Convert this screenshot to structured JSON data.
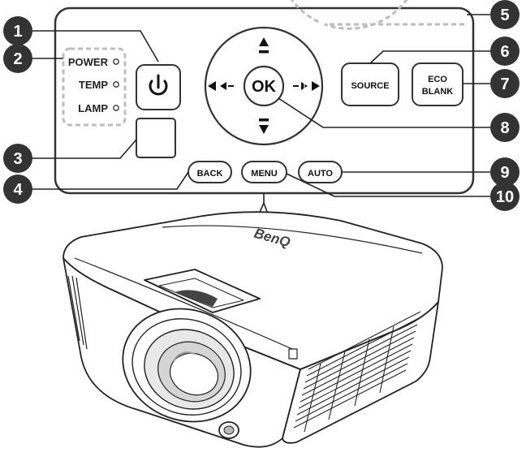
{
  "indicators": {
    "power": "POWER",
    "temp": "TEMP",
    "lamp": "LAMP"
  },
  "buttons": {
    "ok": "OK",
    "source": "SOURCE",
    "eco_line1": "ECO",
    "eco_line2": "BLANK",
    "back": "BACK",
    "menu": "MENU",
    "auto": "AUTO"
  },
  "callouts": [
    "1",
    "2",
    "3",
    "4",
    "5",
    "6",
    "7",
    "8",
    "9",
    "10"
  ],
  "brand": "BenQ",
  "colors": {
    "callout": "#333333",
    "line": "#222222",
    "dashed": "#bdbdbd",
    "panel_stroke": "#333333"
  }
}
